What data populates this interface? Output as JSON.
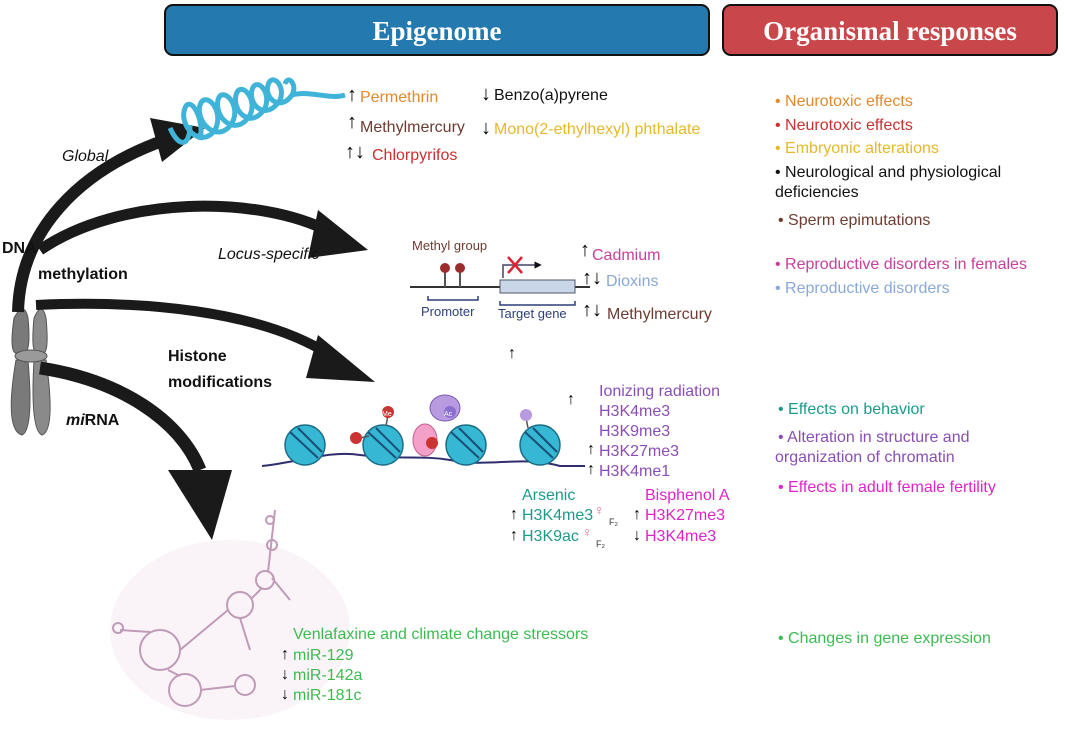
{
  "headers": {
    "epigenome": "Epigenome",
    "responses": "Organismal responses"
  },
  "left_labels": {
    "global": "Global",
    "dna": "DNA",
    "methylation": "methylation",
    "locus_specific": "Locus-specific",
    "histone": "Histone",
    "modifications": "modifications",
    "mirna_mi": "mi",
    "mirna_rna": "RNA"
  },
  "global_block": {
    "permethrin": "Permethrin",
    "benzo": "Benzo(a)pyrene",
    "methylmercury": "Methylmercury",
    "mehp": "Mono(2-ethylhexyl) phthalate",
    "chlorpyrifos": "Chlorpyrifos"
  },
  "locus_block": {
    "methyl_group": "Methyl group",
    "promoter": "Promoter",
    "target_gene": "Target gene",
    "cadmium": "Cadmium",
    "dioxins": "Dioxins",
    "methylmercury": "Methylmercury"
  },
  "histone_block": {
    "ionizing": "Ionizing radiation",
    "h3k4me3": "H3K4me3",
    "h3k9me3": "H3K9me3",
    "h3k27me3": "H3K27me3",
    "h3k4me1": "H3K4me1",
    "arsenic": "Arsenic",
    "ars_h3k4me3": "H3K4me3",
    "ars_h3k9ac": "H3K9ac",
    "f2": "F₂",
    "bpa": "Bisphenol A",
    "bpa_h3k27me3": "H3K27me3",
    "bpa_h3k4me3": "H3K4me3",
    "me": "Me",
    "ac": "Ac"
  },
  "mirna_block": {
    "title": "Venlafaxine and climate change stressors",
    "mir129": "miR-129",
    "mir142a": "miR-142a",
    "mir181c": "miR-181c"
  },
  "responses": {
    "r1": "Neurotoxic effects",
    "r2": "Neurotoxic effects",
    "r3": "Embryonic alterations",
    "r4a": "Neurological and physiological",
    "r4b": "deficiencies",
    "r5": "Sperm epimutations",
    "r6": "Reproductive disorders in females",
    "r7": "Reproductive disorders",
    "r8": "Effects on behavior",
    "r9a": "Alteration in structure and",
    "r9b": "organization of chromatin",
    "r10": "Effects in adult female fertility",
    "r11": "Changes in gene expression"
  },
  "colors": {
    "epigenome_header": "#2479ae",
    "responses_header": "#c9474b",
    "orange": "#e08a2c",
    "red": "#cc2f2f",
    "yellow": "#e6b82a",
    "brown": "#6d3b32",
    "pink": "#c8409a",
    "lightblue": "#8aa8d6",
    "teal": "#1d9a8a",
    "purple": "#8a4fb5",
    "magenta": "#e024c8",
    "green": "#3dbb52",
    "dna_helix": "#3fb3d8",
    "nucleosome": "#36b7d4"
  }
}
